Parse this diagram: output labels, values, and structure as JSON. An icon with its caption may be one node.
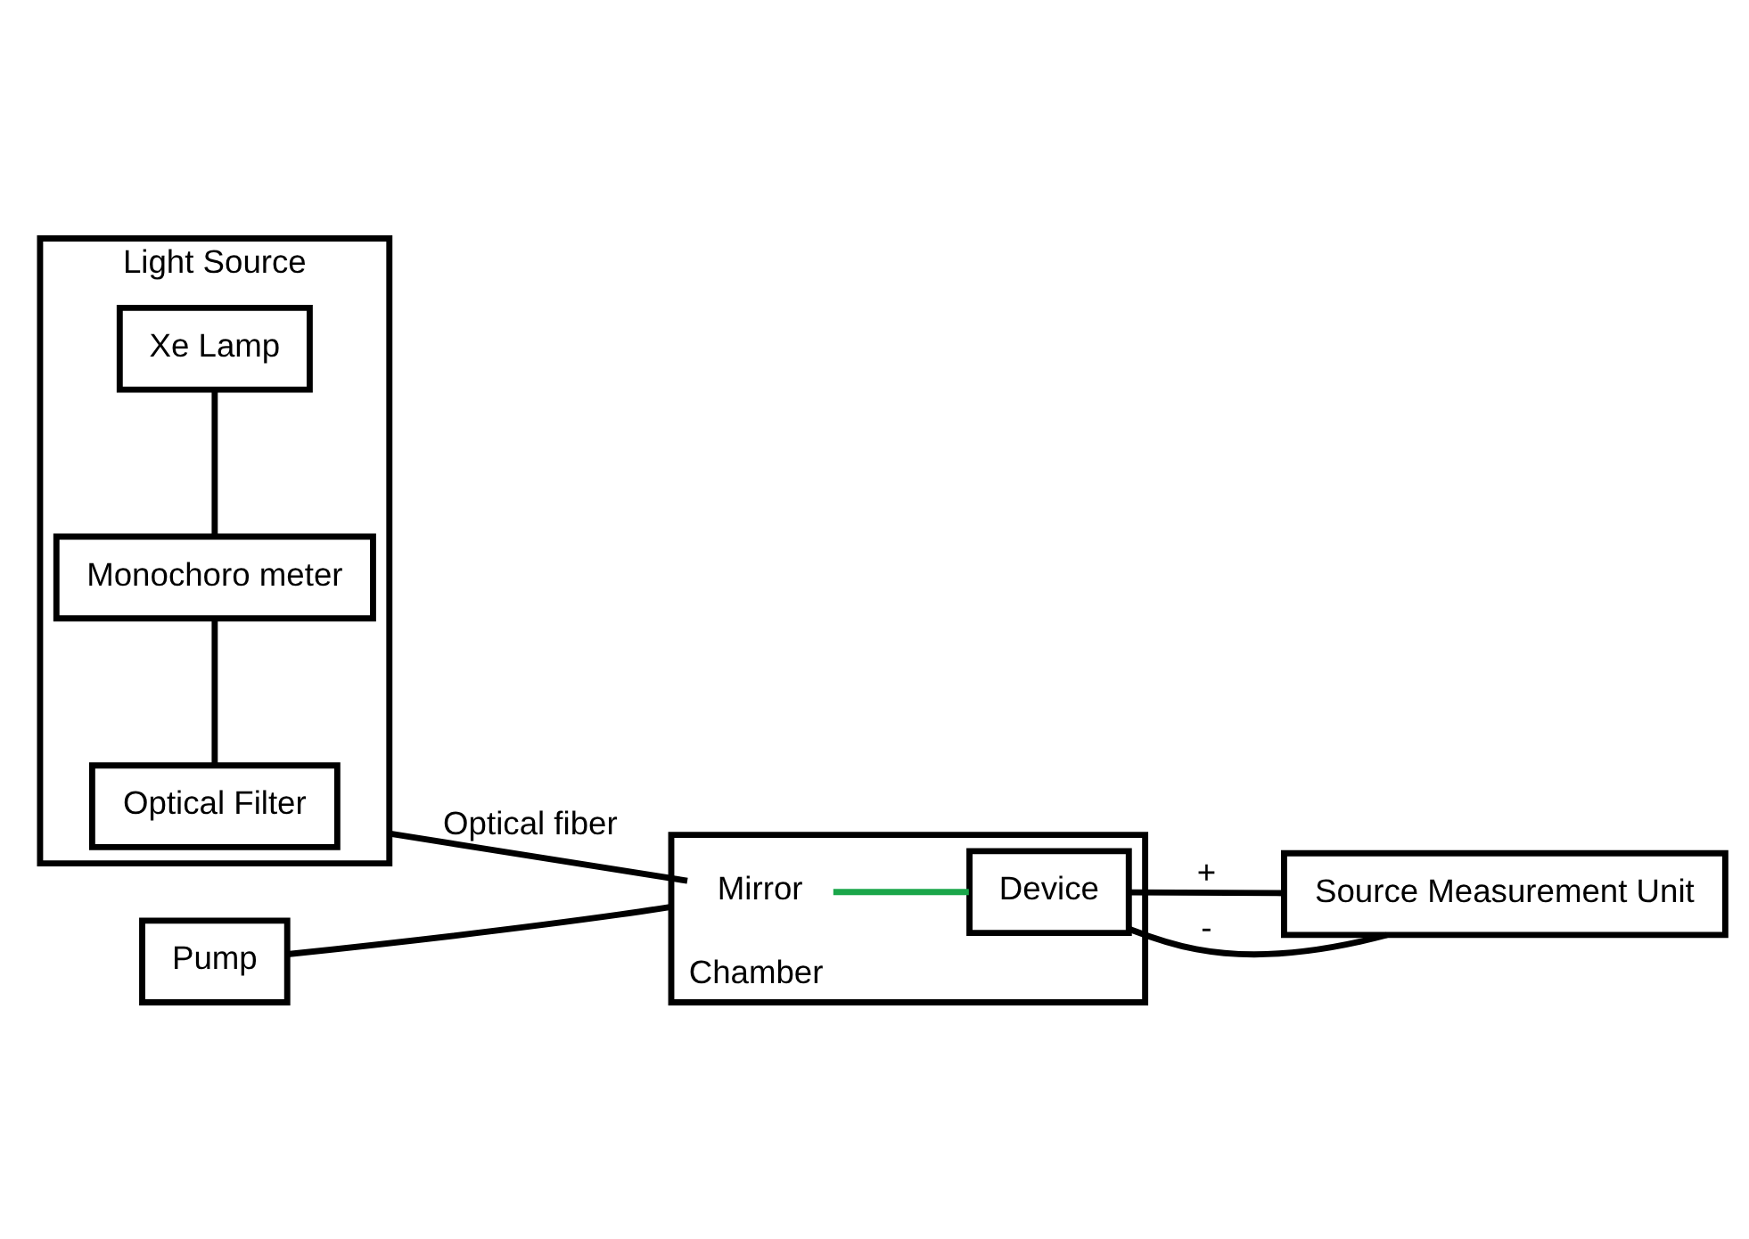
{
  "diagram": {
    "nodes": [
      {
        "text": [
          "Light Source"
        ]
      },
      {
        "text": [
          "Optical Filter"
        ],
        "in": 0
      },
      {
        "text": [
          "Monochoro meter"
        ],
        "in": 0
      },
      {
        "text": [
          "Xe Lamp"
        ],
        "in": 0
      },
      {
        "text": [
          "Pump"
        ]
      },
      {
        "text": [
          "Chamber"
        ]
      },
      {
        "text": [
          "Mirror"
        ],
        "in": 5
      },
      {
        "text": [
          "Device"
        ],
        "in": 5
      },
      {
        "text": [
          "Source Measurement Unit"
        ]
      }
    ],
    "edges": [
      {
        "from": 1,
        "to": 2,
        "arrow": "none"
      },
      {
        "from": 2,
        "to": 3,
        "arrow": "none"
      },
      {
        "from": 4,
        "to": 5,
        "arrow": "none"
      },
      {
        "from": 0,
        "to": 6,
        "arrow": "none",
        "label": "Optical fiber"
      },
      {
        "from": 6,
        "to": 7,
        "arrow": "none",
        "color": "#1aa64a"
      },
      {
        "from": 7,
        "to": 8,
        "arrow": "none",
        "label": "+"
      },
      {
        "from": 7,
        "to": 8,
        "arrow": "none",
        "label": "-"
      }
    ]
  }
}
